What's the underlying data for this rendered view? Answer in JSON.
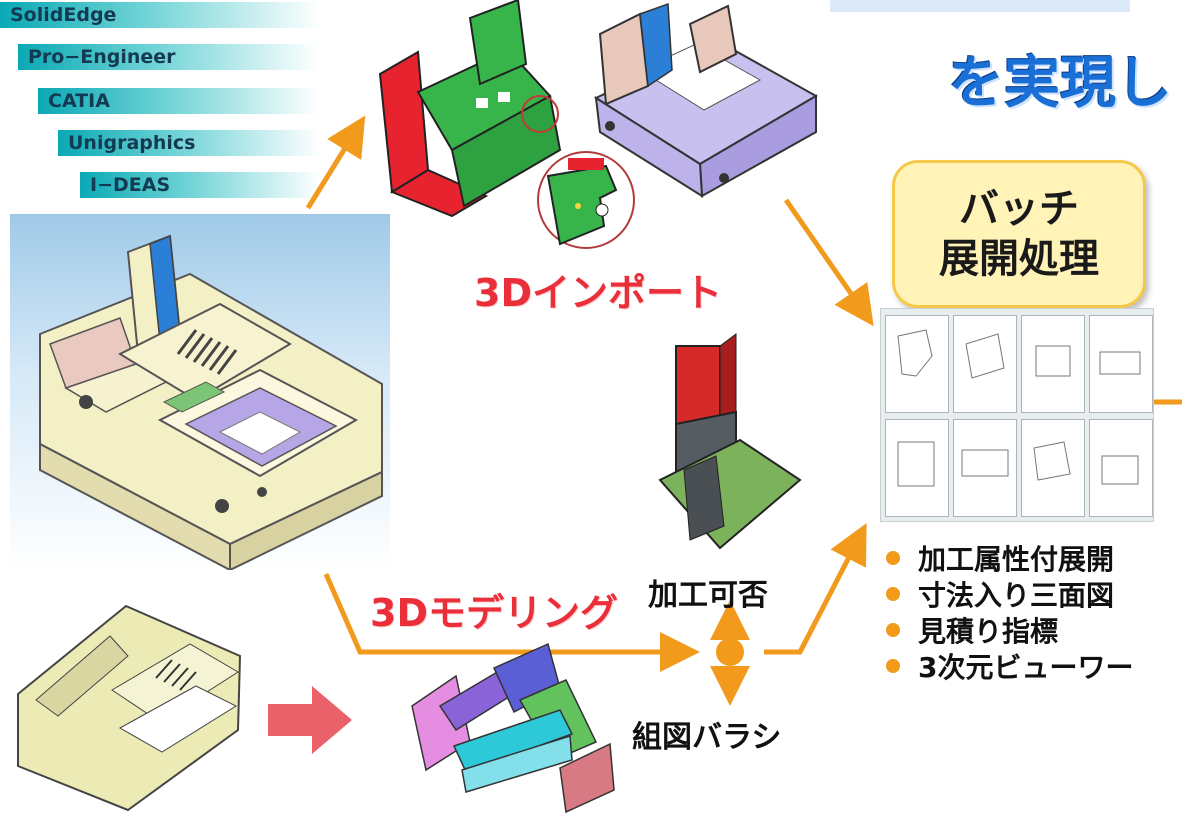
{
  "cad_software": [
    "SolidEdge",
    "Pro−Engineer",
    "CATIA",
    "Unigraphics",
    "I−DEAS"
  ],
  "headline": {
    "line1": "を実現し"
  },
  "labels": {
    "import_3d": "3Dインポート",
    "modeling_3d": "3Dモデリング",
    "feasibility": "加工可否",
    "assembly_split": "組図バラシ"
  },
  "batch_box": {
    "line1": "バッチ",
    "line2": "展開処理"
  },
  "features": [
    "加工属性付展開",
    "寸法入り三面図",
    "見積り指標",
    "3次元ビューワー"
  ],
  "colors": {
    "arrow": "#f29a1c",
    "accent_red": "#ea2f3b",
    "headline_blue": "#1a6fd6"
  }
}
